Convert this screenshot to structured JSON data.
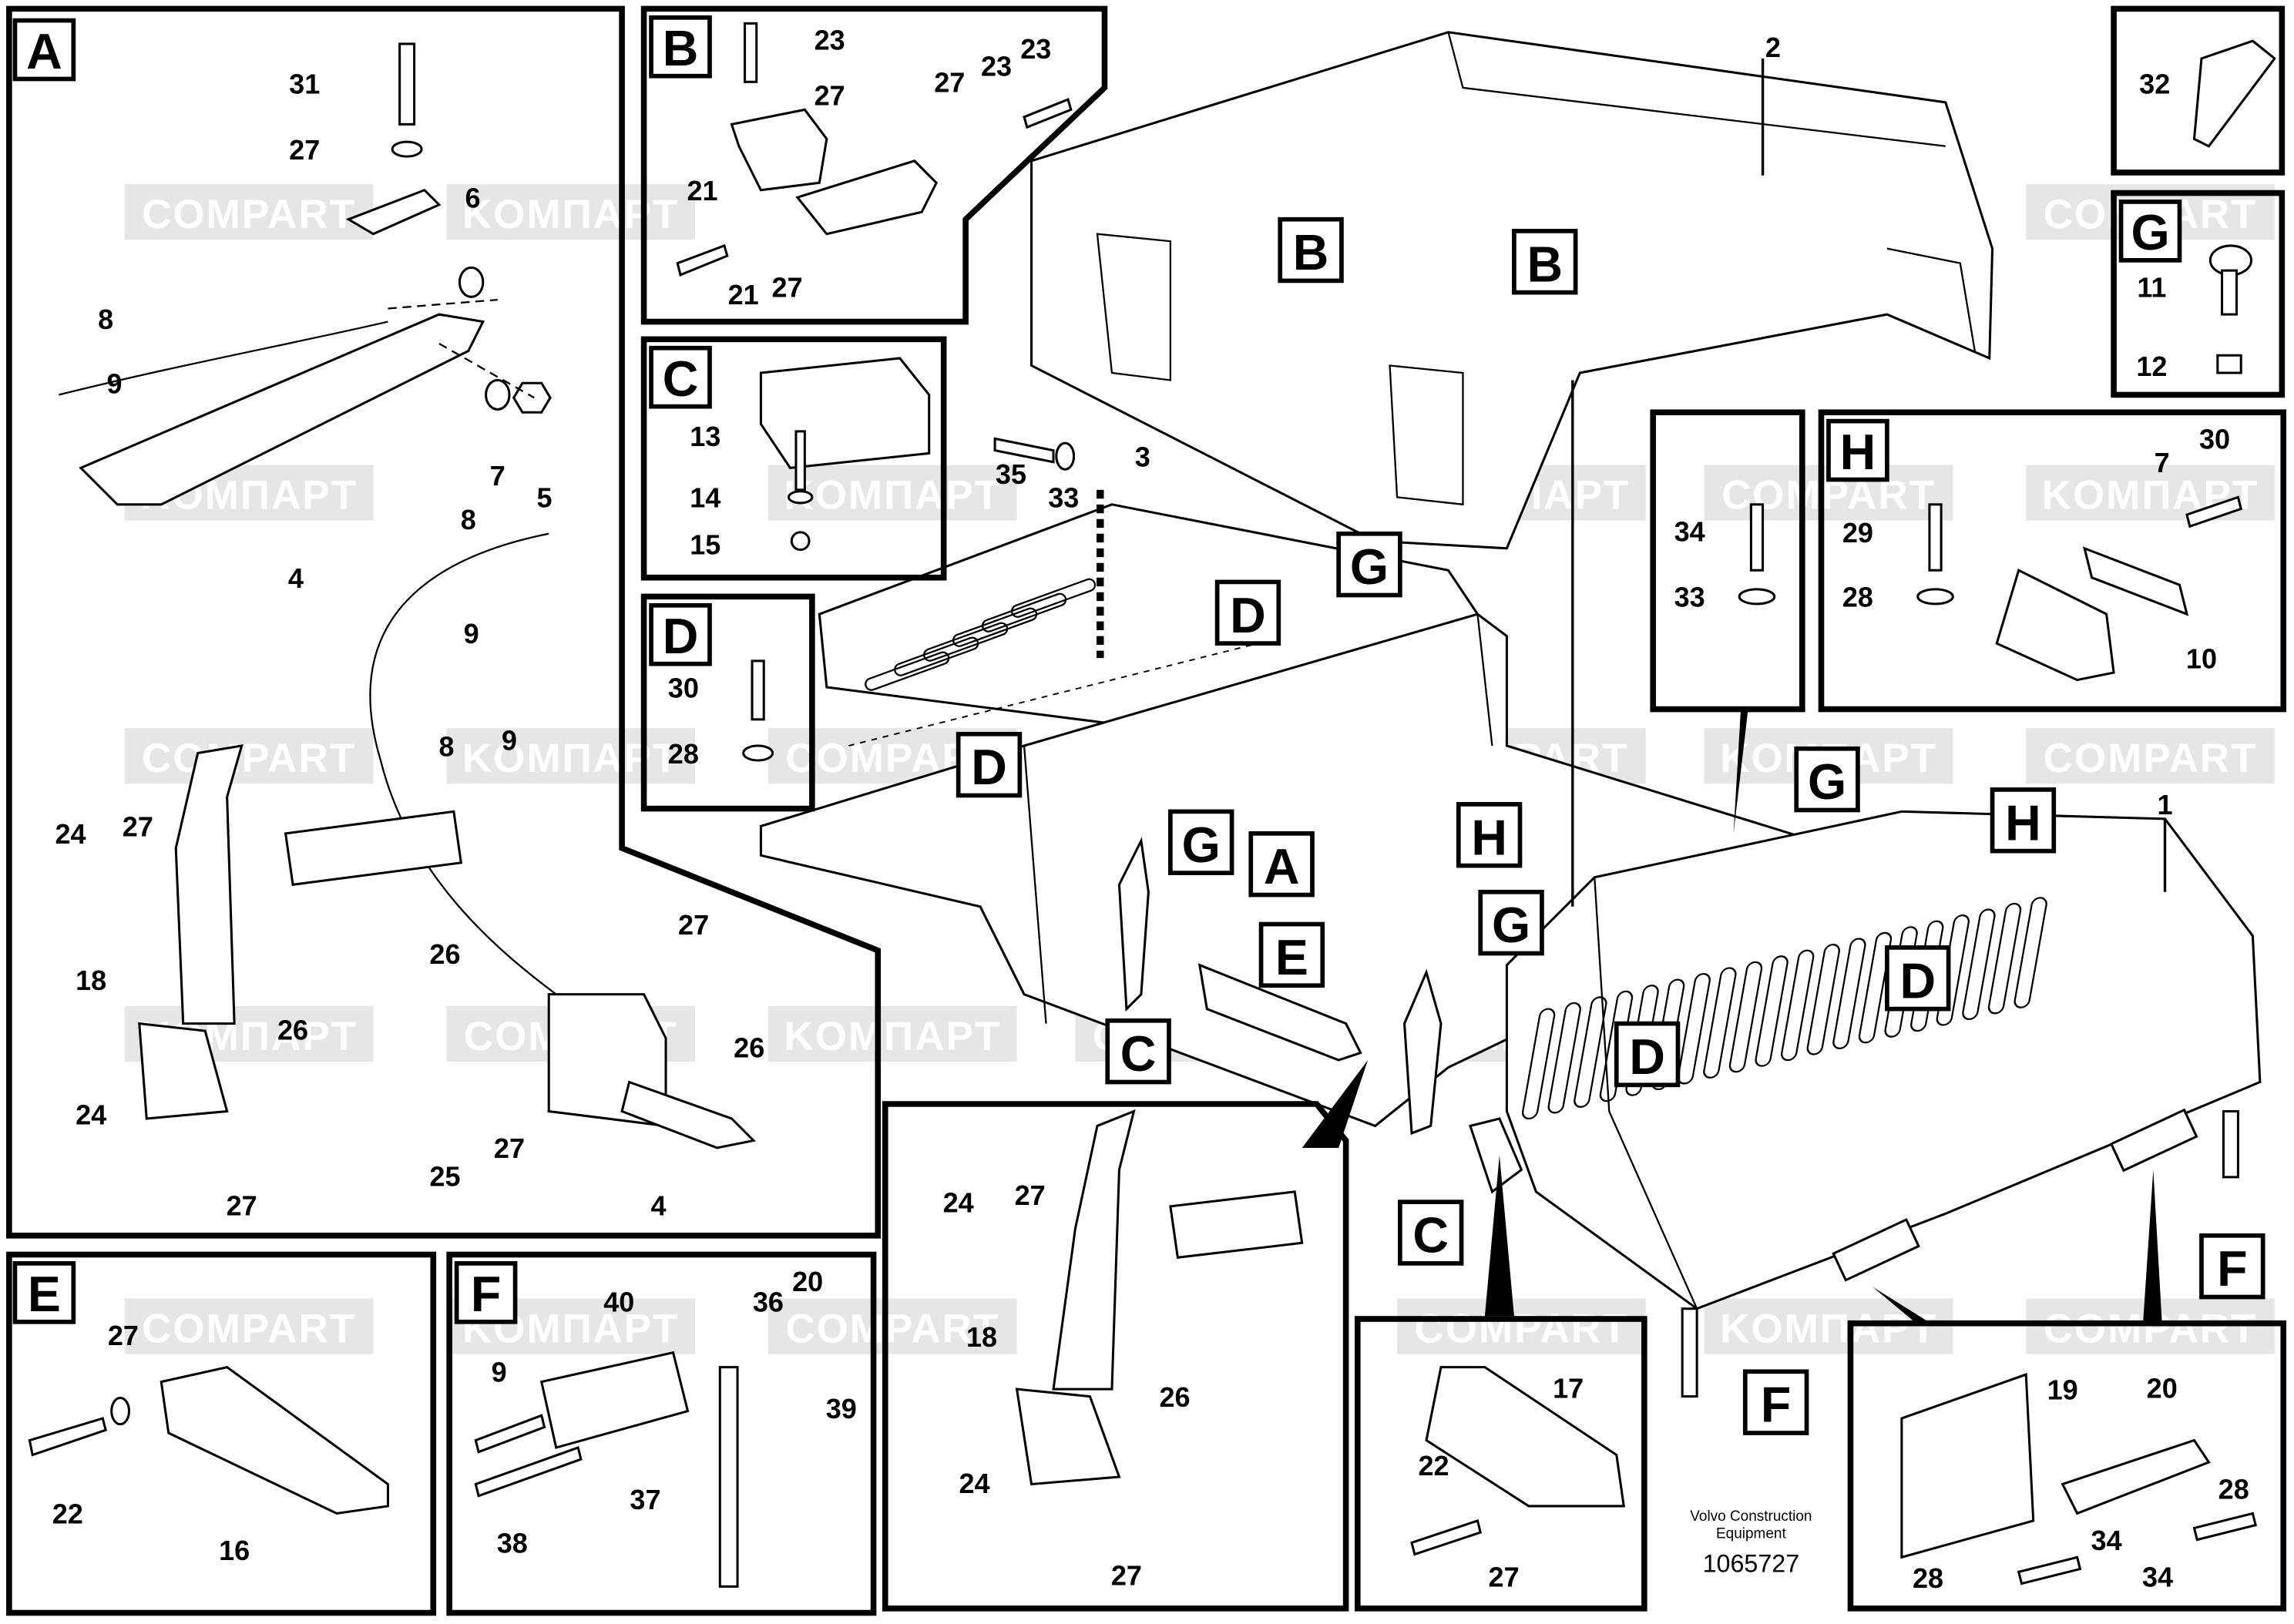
{
  "document": {
    "publisher_line1": "Volvo Construction",
    "publisher_line2": "Equipment",
    "drawing_number": "1065727"
  },
  "watermarks": [
    "COMPART",
    "KOMПAPT"
  ],
  "detail_views": [
    {
      "id": "A",
      "title": "A",
      "callouts": [
        "31",
        "27",
        "6",
        "8",
        "9",
        "7",
        "5",
        "4",
        "8",
        "9",
        "8",
        "9",
        "24",
        "27",
        "26",
        "18",
        "26",
        "24",
        "27",
        "25",
        "27",
        "27",
        "26",
        "4"
      ]
    },
    {
      "id": "B",
      "title": "B",
      "callouts": [
        "23",
        "27",
        "27",
        "21",
        "23",
        "23",
        "21",
        "27"
      ]
    },
    {
      "id": "C",
      "title": "C",
      "callouts": [
        "13",
        "14",
        "15"
      ]
    },
    {
      "id": "D",
      "title": "D",
      "callouts": [
        "30",
        "28"
      ]
    },
    {
      "id": "E",
      "title": "E",
      "callouts": [
        "27",
        "22",
        "16"
      ]
    },
    {
      "id": "F",
      "title": "F",
      "callouts": [
        "40",
        "36",
        "20",
        "9",
        "39",
        "38",
        "37"
      ]
    },
    {
      "id": "G",
      "title": "G",
      "callouts": [
        "11",
        "12"
      ]
    },
    {
      "id": "H",
      "title": "H",
      "callouts": [
        "30",
        "7",
        "29",
        "28",
        "10"
      ]
    },
    {
      "id": "32",
      "title": "",
      "callouts": [
        "32"
      ]
    },
    {
      "id": "34-33",
      "title": "",
      "callouts": [
        "34",
        "33"
      ]
    },
    {
      "id": "C-latch",
      "title": "",
      "callouts": [
        "24",
        "27",
        "18",
        "26",
        "24",
        "27"
      ]
    },
    {
      "id": "handle-17",
      "title": "",
      "callouts": [
        "17",
        "22",
        "27"
      ]
    },
    {
      "id": "hinge-19",
      "title": "",
      "callouts": [
        "19",
        "20",
        "28",
        "34",
        "28",
        "34"
      ]
    }
  ],
  "main_view": {
    "part_numbers": [
      "2",
      "1",
      "3",
      "35",
      "33"
    ],
    "reference_letters": [
      "B",
      "B",
      "G",
      "D",
      "D",
      "G",
      "A",
      "E",
      "C",
      "H",
      "G",
      "G",
      "H",
      "D",
      "D",
      "C",
      "F",
      "F"
    ]
  }
}
